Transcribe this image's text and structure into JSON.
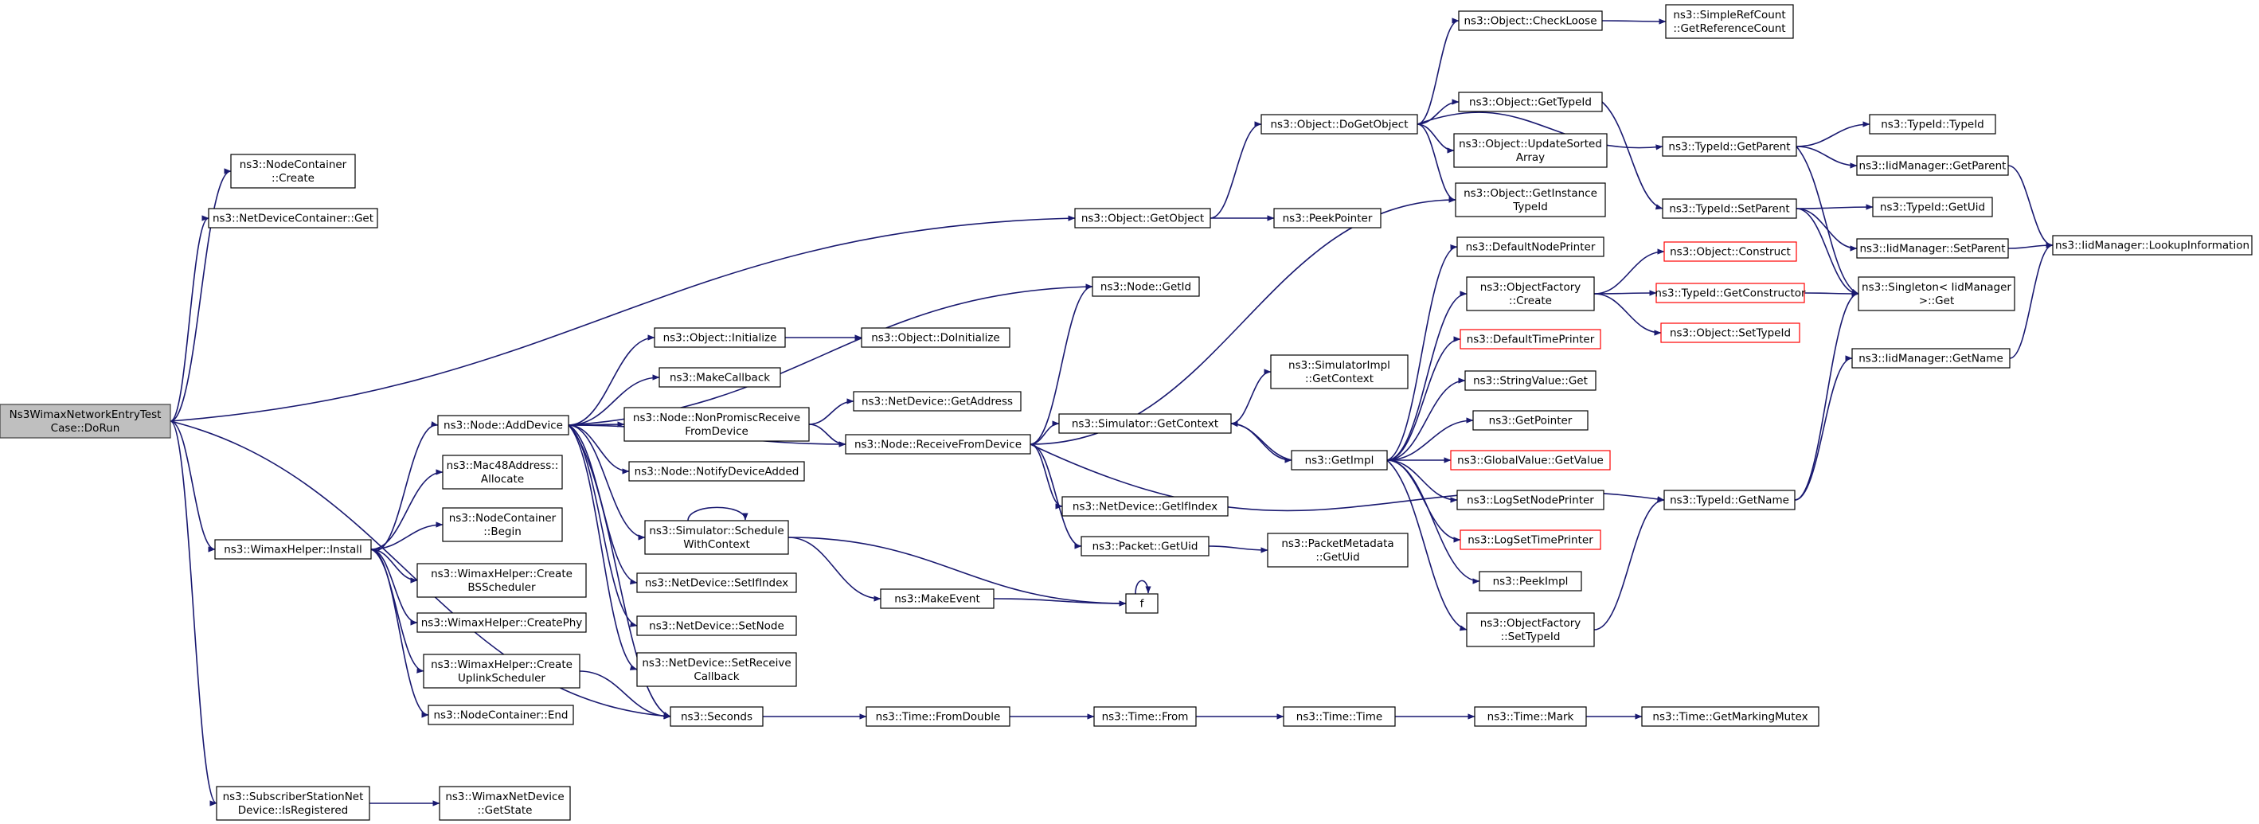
{
  "diagram": {
    "type": "doxygen-call-graph",
    "colors": {
      "edge": "#191970",
      "node_border": "#000000",
      "truncated_border": "#ff0000",
      "root_fill": "#bfbfbf",
      "background": "#ffffff"
    },
    "nodes": [
      {
        "id": "root",
        "lines": [
          "Ns3WimaxNetworkEntryTest",
          "Case::DoRun"
        ],
        "kind": "root"
      },
      {
        "id": "nc_create",
        "lines": [
          "ns3::NodeContainer",
          "::Create"
        ]
      },
      {
        "id": "ndc_get",
        "lines": [
          "ns3::NetDeviceContainer::Get"
        ]
      },
      {
        "id": "wh_install",
        "lines": [
          "ns3::WimaxHelper::Install"
        ]
      },
      {
        "id": "ss_isreg",
        "lines": [
          "ns3::SubscriberStationNet",
          "Device::IsRegistered"
        ]
      },
      {
        "id": "node_adddev",
        "lines": [
          "ns3::Node::AddDevice"
        ]
      },
      {
        "id": "mac48",
        "lines": [
          "ns3::Mac48Address::",
          "Allocate"
        ]
      },
      {
        "id": "nc_begin",
        "lines": [
          "ns3::NodeContainer",
          "::Begin"
        ]
      },
      {
        "id": "wh_bssched",
        "lines": [
          "ns3::WimaxHelper::Create",
          "BSScheduler"
        ]
      },
      {
        "id": "wh_phy",
        "lines": [
          "ns3::WimaxHelper::CreatePhy"
        ]
      },
      {
        "id": "wh_ulsched",
        "lines": [
          "ns3::WimaxHelper::Create",
          "UplinkScheduler"
        ]
      },
      {
        "id": "nc_end",
        "lines": [
          "ns3::NodeContainer::End"
        ]
      },
      {
        "id": "wnd_getstate",
        "lines": [
          "ns3::WimaxNetDevice",
          "::GetState"
        ]
      },
      {
        "id": "obj_init",
        "lines": [
          "ns3::Object::Initialize"
        ]
      },
      {
        "id": "makecb",
        "lines": [
          "ns3::MakeCallback"
        ]
      },
      {
        "id": "node_npr",
        "lines": [
          "ns3::Node::NonPromiscReceive",
          "FromDevice"
        ]
      },
      {
        "id": "node_notify",
        "lines": [
          "ns3::Node::NotifyDeviceAdded"
        ]
      },
      {
        "id": "sim_sched",
        "lines": [
          "ns3::Simulator::Schedule",
          "WithContext"
        ]
      },
      {
        "id": "nd_setif",
        "lines": [
          "ns3::NetDevice::SetIfIndex"
        ]
      },
      {
        "id": "nd_setnode",
        "lines": [
          "ns3::NetDevice::SetNode"
        ]
      },
      {
        "id": "nd_setrecv",
        "lines": [
          "ns3::NetDevice::SetReceive",
          "Callback"
        ]
      },
      {
        "id": "seconds",
        "lines": [
          "ns3::Seconds"
        ]
      },
      {
        "id": "obj_doinit",
        "lines": [
          "ns3::Object::DoInitialize"
        ]
      },
      {
        "id": "nd_getaddr",
        "lines": [
          "ns3::NetDevice::GetAddress"
        ]
      },
      {
        "id": "node_rfd",
        "lines": [
          "ns3::Node::ReceiveFromDevice"
        ]
      },
      {
        "id": "makeevent",
        "lines": [
          "ns3::MakeEvent"
        ]
      },
      {
        "id": "time_fromdouble",
        "lines": [
          "ns3::Time::FromDouble"
        ]
      },
      {
        "id": "obj_getobject",
        "lines": [
          "ns3::Object::GetObject"
        ]
      },
      {
        "id": "node_getid",
        "lines": [
          "ns3::Node::GetId"
        ]
      },
      {
        "id": "sim_getctx",
        "lines": [
          "ns3::Simulator::GetContext"
        ]
      },
      {
        "id": "nd_getif",
        "lines": [
          "ns3::NetDevice::GetIfIndex"
        ]
      },
      {
        "id": "pkt_getuid",
        "lines": [
          "ns3::Packet::GetUid"
        ]
      },
      {
        "id": "f",
        "lines": [
          "f"
        ]
      },
      {
        "id": "time_from",
        "lines": [
          "ns3::Time::From"
        ]
      },
      {
        "id": "peekpointer",
        "lines": [
          "ns3::PeekPointer"
        ]
      },
      {
        "id": "obj_dogetobject",
        "lines": [
          "ns3::Object::DoGetObject"
        ]
      },
      {
        "id": "simimpl_getctx",
        "lines": [
          "ns3::SimulatorImpl",
          "::GetContext"
        ]
      },
      {
        "id": "getimpl",
        "lines": [
          "ns3::GetImpl"
        ]
      },
      {
        "id": "pm_getuid",
        "lines": [
          "ns3::PacketMetadata",
          "::GetUid"
        ]
      },
      {
        "id": "time_time",
        "lines": [
          "ns3::Time::Time"
        ]
      },
      {
        "id": "obj_checkloose",
        "lines": [
          "ns3::Object::CheckLoose"
        ]
      },
      {
        "id": "obj_gettypeid",
        "lines": [
          "ns3::Object::GetTypeId"
        ]
      },
      {
        "id": "obj_updatesorted",
        "lines": [
          "ns3::Object::UpdateSorted",
          "Array"
        ]
      },
      {
        "id": "obj_getinstance",
        "lines": [
          "ns3::Object::GetInstance",
          "TypeId"
        ]
      },
      {
        "id": "defnodeprinter",
        "lines": [
          "ns3::DefaultNodePrinter"
        ]
      },
      {
        "id": "of_create",
        "lines": [
          "ns3::ObjectFactory",
          "::Create"
        ]
      },
      {
        "id": "deftimeprinter",
        "lines": [
          "ns3::DefaultTimePrinter"
        ],
        "kind": "trunc"
      },
      {
        "id": "sv_get",
        "lines": [
          "ns3::StringValue::Get"
        ]
      },
      {
        "id": "getpointer",
        "lines": [
          "ns3::GetPointer"
        ]
      },
      {
        "id": "gv_getvalue",
        "lines": [
          "ns3::GlobalValue::GetValue"
        ],
        "kind": "trunc"
      },
      {
        "id": "logsetnode",
        "lines": [
          "ns3::LogSetNodePrinter"
        ]
      },
      {
        "id": "logsettime",
        "lines": [
          "ns3::LogSetTimePrinter"
        ],
        "kind": "trunc"
      },
      {
        "id": "peekimpl",
        "lines": [
          "ns3::PeekImpl"
        ]
      },
      {
        "id": "of_settypeid",
        "lines": [
          "ns3::ObjectFactory",
          "::SetTypeId"
        ]
      },
      {
        "id": "time_mark",
        "lines": [
          "ns3::Time::Mark"
        ]
      },
      {
        "id": "src_getref",
        "lines": [
          "ns3::SimpleRefCount",
          "::GetReferenceCount"
        ]
      },
      {
        "id": "tid_getparent",
        "lines": [
          "ns3::TypeId::GetParent"
        ]
      },
      {
        "id": "tid_setparent",
        "lines": [
          "ns3::TypeId::SetParent"
        ]
      },
      {
        "id": "obj_construct",
        "lines": [
          "ns3::Object::Construct"
        ],
        "kind": "trunc"
      },
      {
        "id": "tid_getctor",
        "lines": [
          "ns3::TypeId::GetConstructor"
        ],
        "kind": "trunc"
      },
      {
        "id": "obj_settypeid",
        "lines": [
          "ns3::Object::SetTypeId"
        ],
        "kind": "trunc"
      },
      {
        "id": "tid_getname",
        "lines": [
          "ns3::TypeId::GetName"
        ]
      },
      {
        "id": "time_getmutex",
        "lines": [
          "ns3::Time::GetMarkingMutex"
        ]
      },
      {
        "id": "tid_typeid",
        "lines": [
          "ns3::TypeId::TypeId"
        ]
      },
      {
        "id": "iid_getparent",
        "lines": [
          "ns3::IidManager::GetParent"
        ]
      },
      {
        "id": "tid_getuid",
        "lines": [
          "ns3::TypeId::GetUid"
        ]
      },
      {
        "id": "iid_setparent",
        "lines": [
          "ns3::IidManager::SetParent"
        ]
      },
      {
        "id": "singleton_get",
        "lines": [
          "ns3::Singleton< IidManager",
          " >::Get"
        ]
      },
      {
        "id": "iid_getname",
        "lines": [
          "ns3::IidManager::GetName"
        ]
      },
      {
        "id": "iid_lookup",
        "lines": [
          "ns3::IidManager::LookupInformation"
        ]
      }
    ],
    "edges": [
      [
        "root",
        "nc_create"
      ],
      [
        "root",
        "ndc_get"
      ],
      [
        "root",
        "obj_getobject"
      ],
      [
        "root",
        "wh_install"
      ],
      [
        "root",
        "seconds"
      ],
      [
        "root",
        "ss_isreg"
      ],
      [
        "wh_install",
        "node_adddev"
      ],
      [
        "wh_install",
        "mac48"
      ],
      [
        "wh_install",
        "nc_begin"
      ],
      [
        "wh_install",
        "wh_bssched"
      ],
      [
        "wh_install",
        "wh_phy"
      ],
      [
        "wh_install",
        "wh_ulsched"
      ],
      [
        "wh_install",
        "nc_end"
      ],
      [
        "wh_ulsched",
        "seconds"
      ],
      [
        "ss_isreg",
        "wnd_getstate"
      ],
      [
        "node_adddev",
        "node_getid"
      ],
      [
        "node_adddev",
        "obj_init"
      ],
      [
        "node_adddev",
        "makecb"
      ],
      [
        "node_adddev",
        "node_npr"
      ],
      [
        "node_adddev",
        "node_rfd"
      ],
      [
        "node_adddev",
        "node_notify"
      ],
      [
        "node_adddev",
        "sim_sched"
      ],
      [
        "node_adddev",
        "nd_setif"
      ],
      [
        "node_adddev",
        "nd_setnode"
      ],
      [
        "node_adddev",
        "nd_setrecv"
      ],
      [
        "node_adddev",
        "seconds"
      ],
      [
        "obj_init",
        "obj_doinit"
      ],
      [
        "node_npr",
        "nd_getaddr"
      ],
      [
        "node_npr",
        "node_rfd"
      ],
      [
        "sim_sched",
        "sim_sched"
      ],
      [
        "sim_sched",
        "makeevent"
      ],
      [
        "sim_sched",
        "f"
      ],
      [
        "makeevent",
        "f"
      ],
      [
        "f",
        "f"
      ],
      [
        "seconds",
        "time_fromdouble"
      ],
      [
        "time_fromdouble",
        "time_from"
      ],
      [
        "time_from",
        "time_time"
      ],
      [
        "time_time",
        "time_mark"
      ],
      [
        "time_mark",
        "time_getmutex"
      ],
      [
        "node_rfd",
        "node_getid"
      ],
      [
        "node_rfd",
        "obj_getinstance"
      ],
      [
        "node_rfd",
        "sim_getctx"
      ],
      [
        "node_rfd",
        "nd_getif"
      ],
      [
        "node_rfd",
        "pkt_getuid"
      ],
      [
        "node_rfd",
        "tid_getname"
      ],
      [
        "obj_getobject",
        "obj_dogetobject"
      ],
      [
        "obj_getobject",
        "peekpointer"
      ],
      [
        "sim_getctx",
        "simimpl_getctx"
      ],
      [
        "sim_getctx",
        "getimpl"
      ],
      [
        "pkt_getuid",
        "pm_getuid"
      ],
      [
        "obj_dogetobject",
        "obj_checkloose"
      ],
      [
        "obj_dogetobject",
        "obj_gettypeid"
      ],
      [
        "obj_dogetobject",
        "obj_updatesorted"
      ],
      [
        "obj_dogetobject",
        "obj_getinstance"
      ],
      [
        "obj_dogetobject",
        "tid_getparent"
      ],
      [
        "obj_checkloose",
        "src_getref"
      ],
      [
        "obj_gettypeid",
        "tid_setparent"
      ],
      [
        "getimpl",
        "sim_getctx"
      ],
      [
        "getimpl",
        "defnodeprinter"
      ],
      [
        "getimpl",
        "of_create"
      ],
      [
        "getimpl",
        "deftimeprinter"
      ],
      [
        "getimpl",
        "sv_get"
      ],
      [
        "getimpl",
        "getpointer"
      ],
      [
        "getimpl",
        "gv_getvalue"
      ],
      [
        "getimpl",
        "logsetnode"
      ],
      [
        "getimpl",
        "logsettime"
      ],
      [
        "getimpl",
        "peekimpl"
      ],
      [
        "getimpl",
        "of_settypeid"
      ],
      [
        "of_create",
        "obj_construct"
      ],
      [
        "of_create",
        "tid_getctor"
      ],
      [
        "of_create",
        "obj_settypeid"
      ],
      [
        "of_settypeid",
        "tid_getname"
      ],
      [
        "tid_getparent",
        "tid_typeid"
      ],
      [
        "tid_getparent",
        "iid_getparent"
      ],
      [
        "tid_getparent",
        "singleton_get"
      ],
      [
        "tid_setparent",
        "tid_getuid"
      ],
      [
        "tid_setparent",
        "iid_setparent"
      ],
      [
        "tid_setparent",
        "singleton_get"
      ],
      [
        "tid_getctor",
        "singleton_get"
      ],
      [
        "tid_getname",
        "singleton_get"
      ],
      [
        "tid_getname",
        "iid_getname"
      ],
      [
        "iid_getparent",
        "iid_lookup"
      ],
      [
        "iid_setparent",
        "iid_lookup"
      ],
      [
        "iid_getname",
        "iid_lookup"
      ]
    ]
  }
}
